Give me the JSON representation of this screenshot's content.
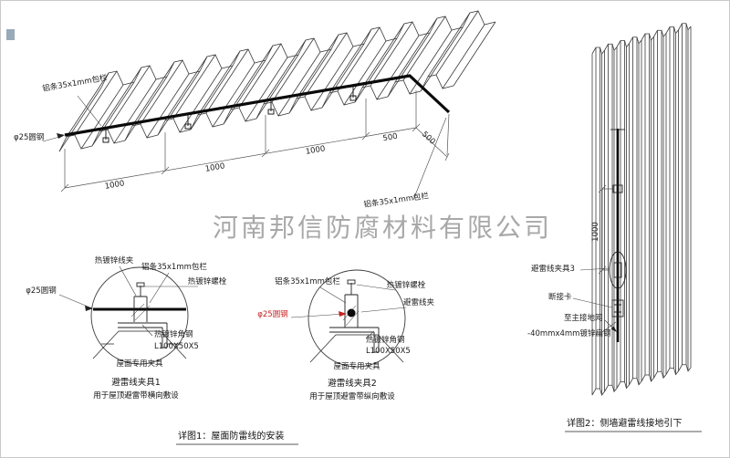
{
  "watermark": "河南邦信防腐材料有限公司",
  "accents": {
    "red": "#c42222",
    "watermark_gray": "#9a9a9a",
    "line": "#3a3a3a"
  },
  "detail1": {
    "caption": "详图1：屋面防雷线的安装",
    "roof": {
      "label_strip_top": "铝条35x1mm包栏",
      "label_round_steel": "φ25圆钢",
      "label_strip_right": "铝条35x1mm包栏",
      "dims": {
        "d1": "1000",
        "d2": "1000",
        "d3": "1000",
        "d4": "500",
        "d5": "500"
      }
    },
    "clamp1": {
      "title": "避雷线夹具1",
      "subtitle": "用于屋顶避雷带横向敷设",
      "label_wire_clip": "热镀锌线夹",
      "label_strip": "铝条35x1mm包栏",
      "label_bolt": "热镀锌螺栓",
      "label_round_steel": "φ25圆钢",
      "label_angle": "热镀锌角钢",
      "label_angle_spec": "L100X50X5",
      "label_roof_fixture": "屋面专用夹具"
    },
    "clamp2": {
      "title": "避雷线夹具2",
      "subtitle": "用于屋顶避雷带纵向敷设",
      "label_strip": "铝条35x1mm包栏",
      "label_bolt": "热镀锌螺栓",
      "label_round_steel": "φ25圆钢",
      "label_wire_clip": "避雷线夹",
      "label_angle": "热镀锌角钢",
      "label_angle_spec": "L100X50X5",
      "label_roof_fixture": "屋面专用夹具"
    }
  },
  "detail2": {
    "caption": "详图2：侧墙避雷线接地引下",
    "label_clamp3": "避雷线夹具3",
    "label_disconnect": "断接卡",
    "label_to_ground": "至主接地网",
    "label_flat_steel": "-40mmx4mm镀锌扁钢",
    "dim_1000": "1000"
  }
}
